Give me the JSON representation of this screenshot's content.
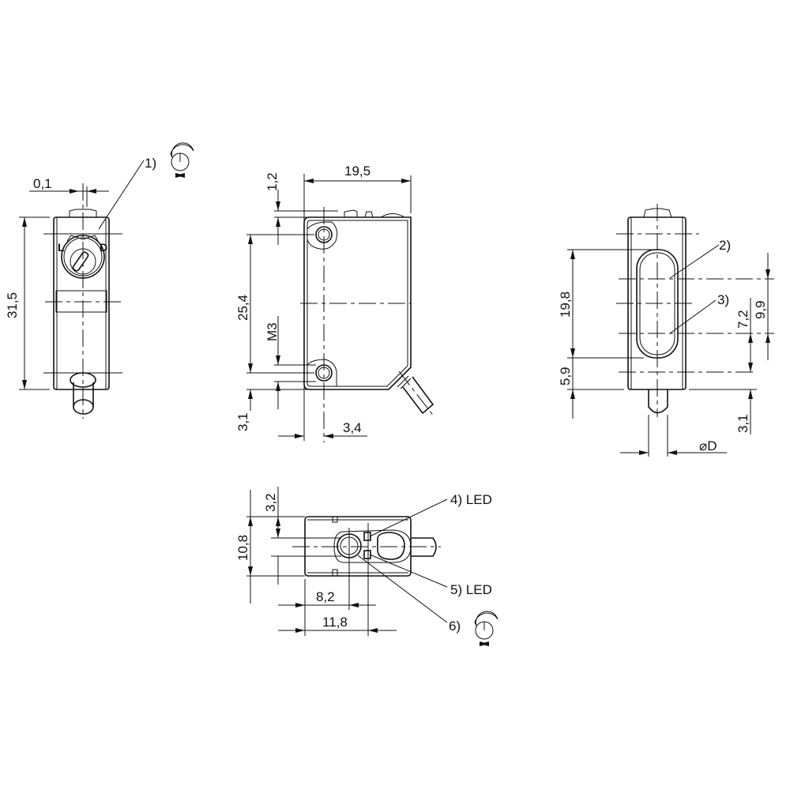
{
  "view_side": {
    "dim_width": "0,1",
    "dim_height": "31,5",
    "callout": "1)",
    "knob_left": "L",
    "knob_right": "D",
    "icon": "potentiometer-icon"
  },
  "view_front": {
    "dim_width": "19,5",
    "dim_top": "1,2",
    "dim_holes": "25,4",
    "dim_thread": "M3",
    "dim_bottom": "3,1",
    "dim_hole_offset": "3,4"
  },
  "view_optics": {
    "dim_window": "19,8",
    "dim_bottom": "5,9",
    "dim_axis_sep": "9,9",
    "dim_lower": "7,2",
    "dim_cable": "3,1",
    "dim_diameter": "⌀D",
    "callout_2": "2)",
    "callout_3": "3)"
  },
  "view_top": {
    "dim_depth": "10,8",
    "dim_offset": "3,2",
    "dim_pot": "8,2",
    "dim_led": "11,8",
    "callout_4": "4) LED",
    "callout_5": "5) LED",
    "callout_6": "6)",
    "icon": "potentiometer-icon"
  }
}
